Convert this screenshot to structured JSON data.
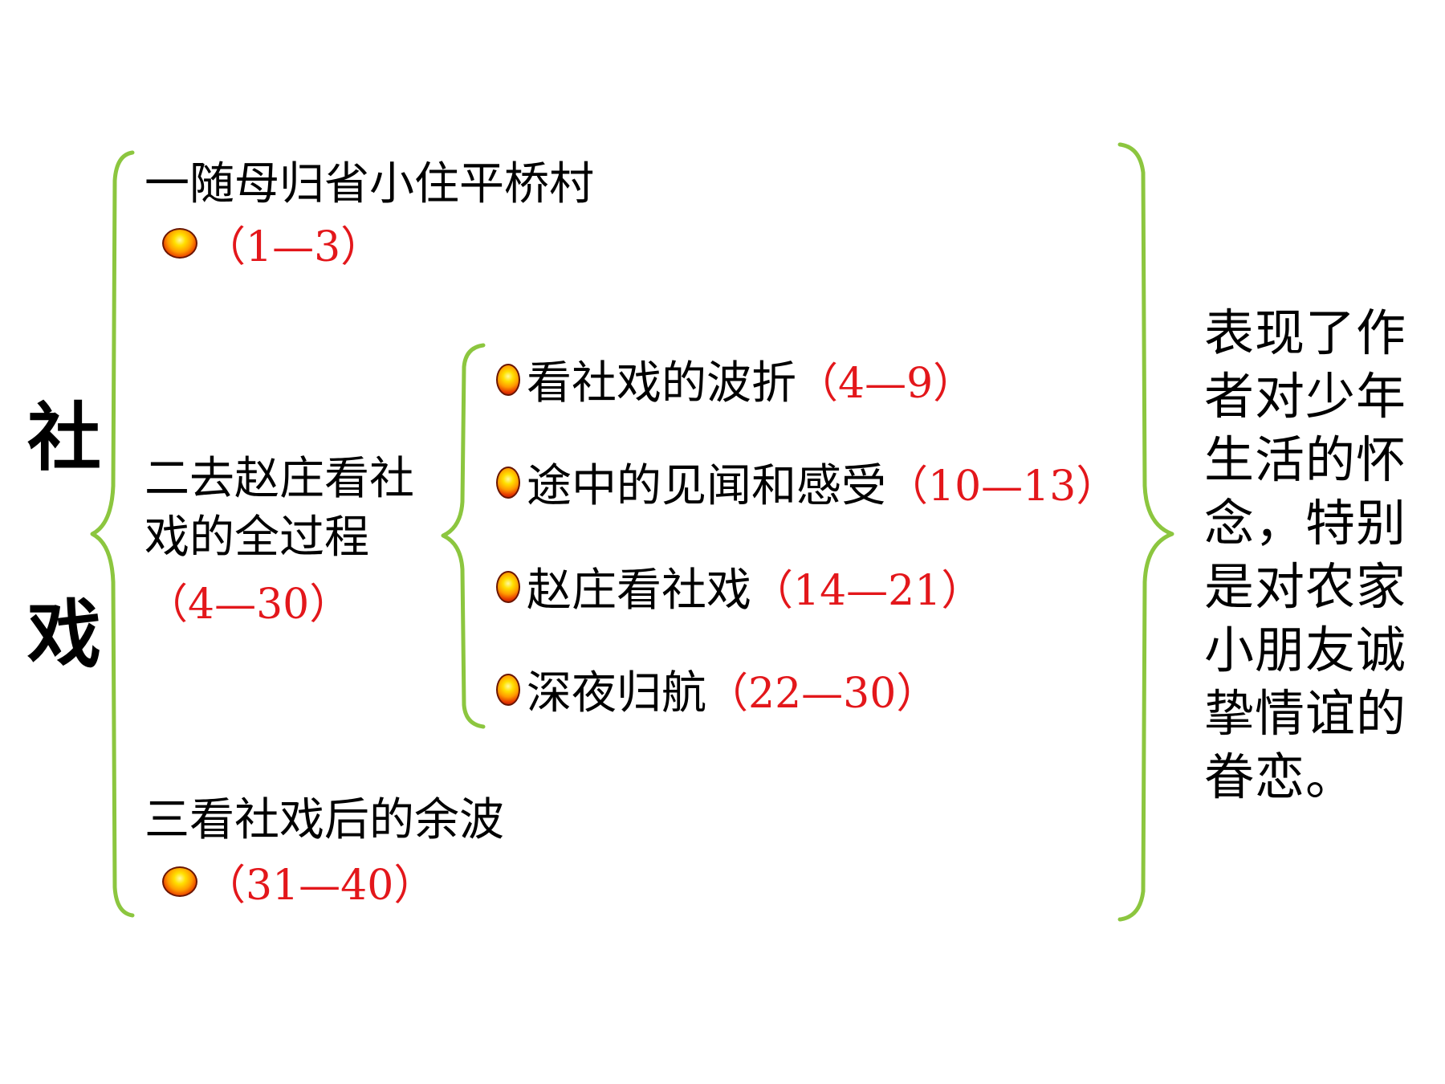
{
  "title": {
    "char_1": "社",
    "char_2": "戏"
  },
  "sections": [
    {
      "label": "一随母归省小住平桥村",
      "range": "（1—3）"
    },
    {
      "label_line_1": "二去赵庄看社",
      "label_line_2": "戏的全过程",
      "range": "（4—30）",
      "subitems": [
        {
          "text": "看社戏的波折",
          "range": "（4—9）"
        },
        {
          "text": "途中的见闻和感受",
          "range": "（10—13）"
        },
        {
          "text": "赵庄看社戏",
          "range": "（14—21）"
        },
        {
          "text": "深夜归航",
          "range": "（22—30）"
        }
      ]
    },
    {
      "label": "三看社戏后的余波",
      "range": "（31—40）"
    }
  ],
  "summary": "表现了作者对少年生活的怀念，特别是对农家小朋友诚挚情谊的眷恋。",
  "colors": {
    "brace": "#8cc63f",
    "range_text": "#e3171b",
    "text": "#000000",
    "bullet": "#ff9a00"
  },
  "icons": {
    "bullet": "orange-ball-bullet-icon"
  }
}
